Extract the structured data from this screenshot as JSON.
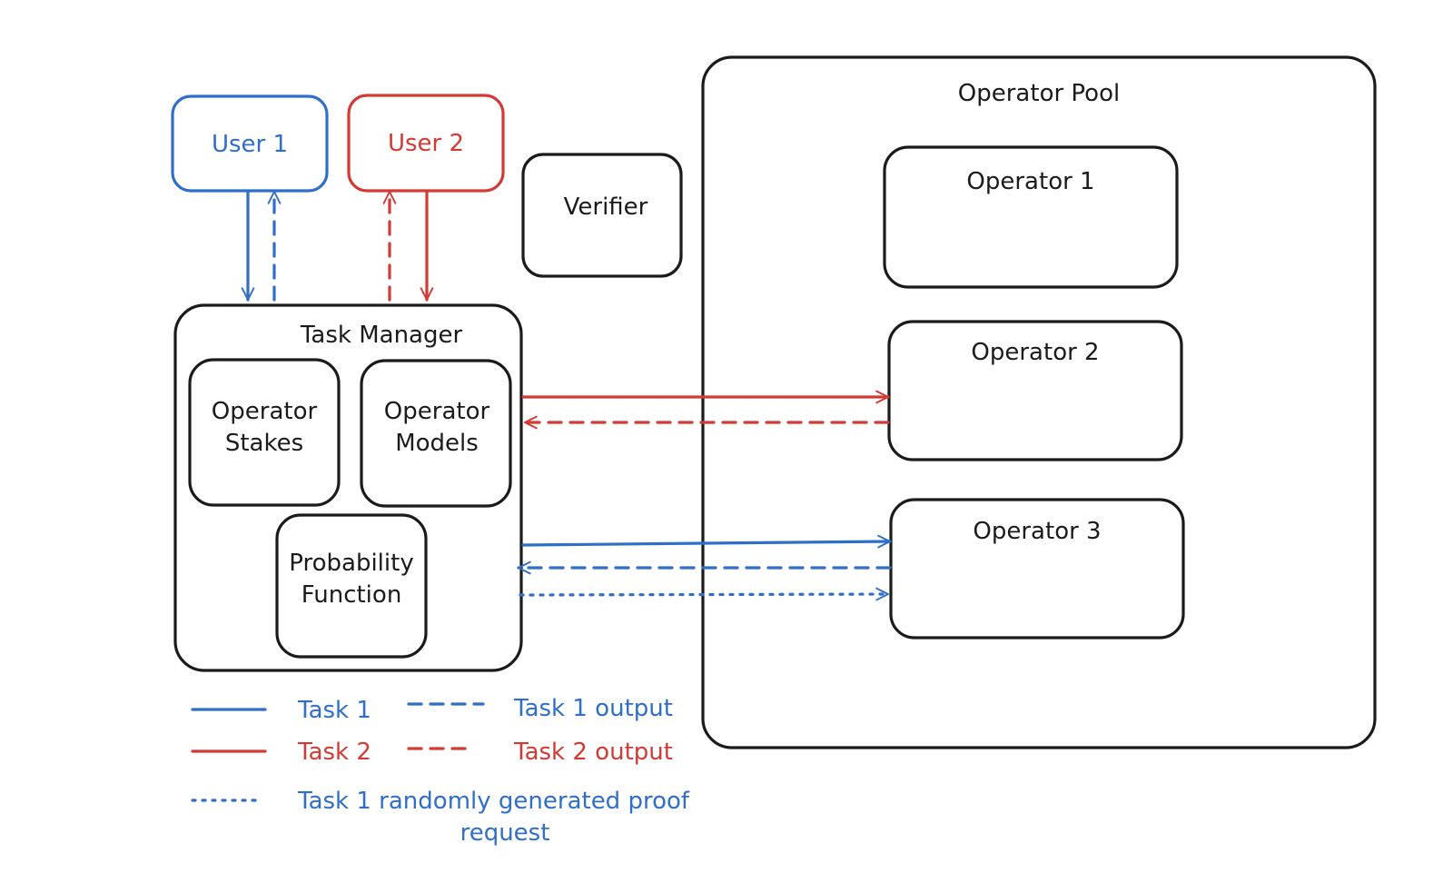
{
  "colors": {
    "blue": "#2f6fc9",
    "red": "#d33a34",
    "ink": "#1b1b1b"
  },
  "nodes": {
    "user1": "User 1",
    "user2": "User 2",
    "verifier": "Verifier",
    "operator_pool": "Operator Pool",
    "operator1": "Operator 1",
    "operator2": "Operator 2",
    "operator3": "Operator 3",
    "task_manager": "Task Manager",
    "operator_stakes": [
      "Operator",
      "Stakes"
    ],
    "operator_models": [
      "Operator",
      "Models"
    ],
    "probability_function": [
      "Probability",
      "Function"
    ]
  },
  "legend": {
    "task1": "Task 1",
    "task1_output": "Task 1 output",
    "task2": "Task 2",
    "task2_output": "Task 2 output",
    "proof_request": [
      "Task 1 randomly generated proof",
      "request"
    ]
  }
}
